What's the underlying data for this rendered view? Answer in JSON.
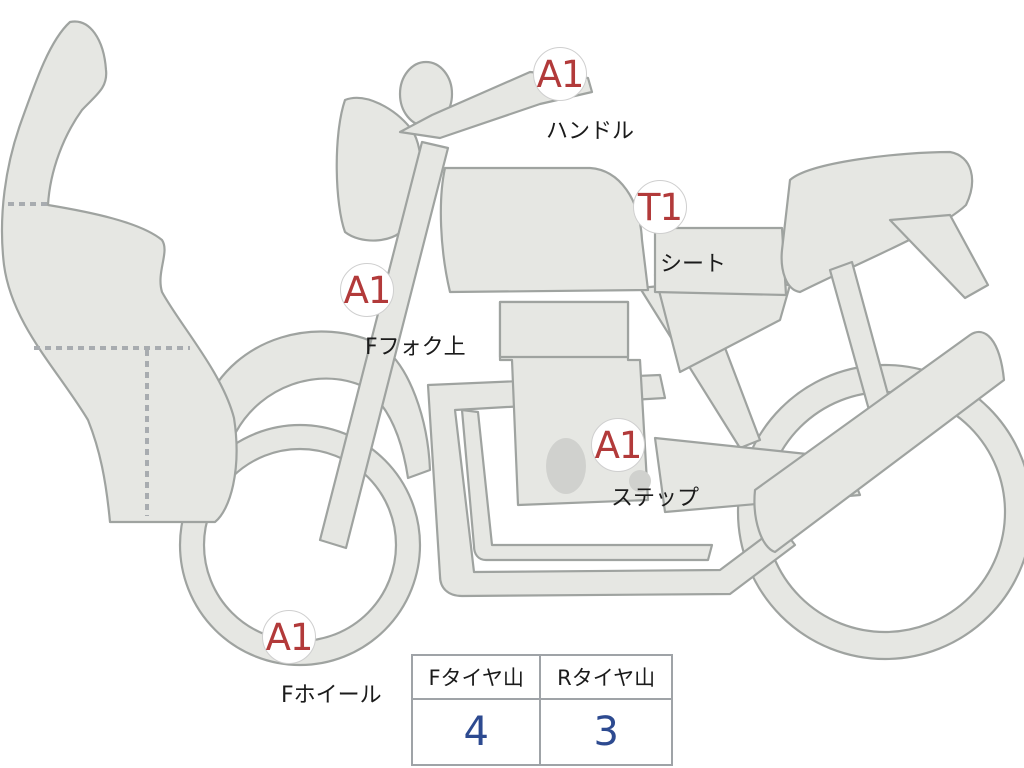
{
  "parts": [
    {
      "code": "A1",
      "label": "ハンドル"
    },
    {
      "code": "T1",
      "label": "シート"
    },
    {
      "code": "A1",
      "label": "Fフォク上"
    },
    {
      "code": "A1",
      "label": "ステップ"
    },
    {
      "code": "A1",
      "label": "Fホイール"
    }
  ],
  "tread_table": {
    "headers": [
      "Fタイヤ山",
      "Rタイヤ山"
    ],
    "values": [
      "4",
      "3"
    ]
  },
  "colors": {
    "body_fill": "#e6e7e3",
    "outline": "#9fa3a0",
    "code_text": "#b23a3a",
    "value_text": "#2d4a90"
  }
}
